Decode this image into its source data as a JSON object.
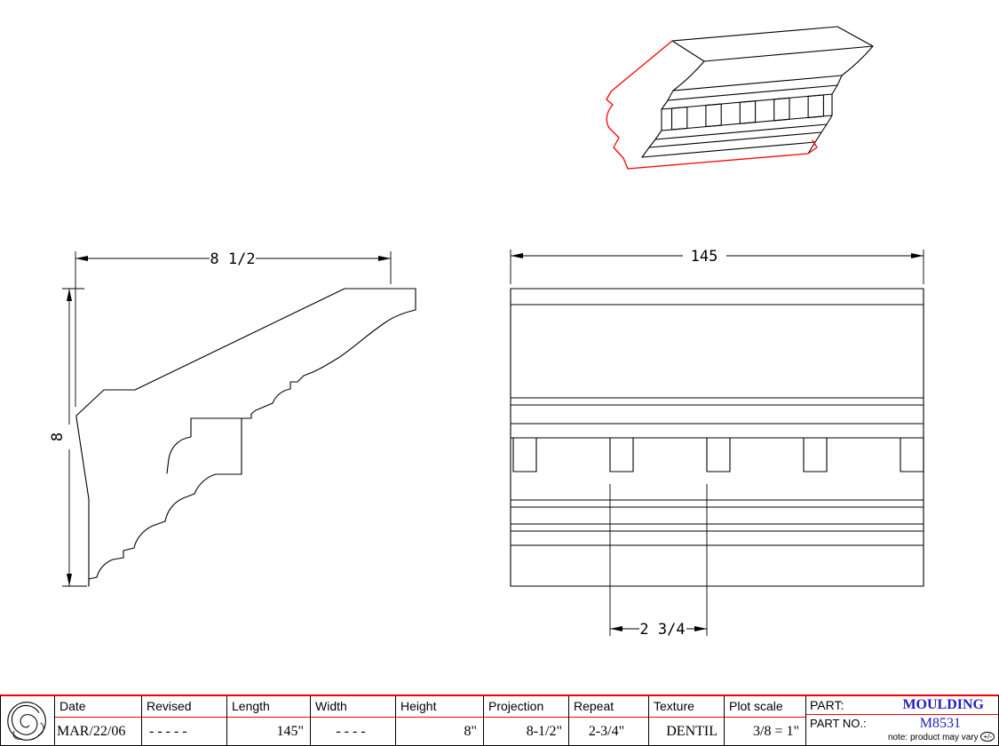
{
  "colors": {
    "red": "#ff0000",
    "blue": "#2020c0",
    "ink": "#000000"
  },
  "views": {
    "profile": {
      "width_dim": "8 1/2",
      "height_dim": "8"
    },
    "elevation": {
      "length_dim": "145",
      "repeat_dim": "2 3/4"
    }
  },
  "title_block": {
    "columns": [
      {
        "label": "Date",
        "value": "MAR/22/06"
      },
      {
        "label": "Revised",
        "value": "- - - - -"
      },
      {
        "label": "Length",
        "value": "145\""
      },
      {
        "label": "Width",
        "value": "- - - -"
      },
      {
        "label": "Height",
        "value": "8\""
      },
      {
        "label": "Projection",
        "value": "8-1/2\""
      },
      {
        "label": "Repeat",
        "value": "2-3/4\""
      },
      {
        "label": "Texture",
        "value": "DENTIL"
      },
      {
        "label": "Plot scale",
        "value": "3/8 = 1\""
      }
    ],
    "part_label": "PART:",
    "part_value": "MOULDING",
    "part_no_label": "PART NO.:",
    "part_no_value": "M8531",
    "note": "note: product may vary",
    "note_symbol": "+/-"
  }
}
